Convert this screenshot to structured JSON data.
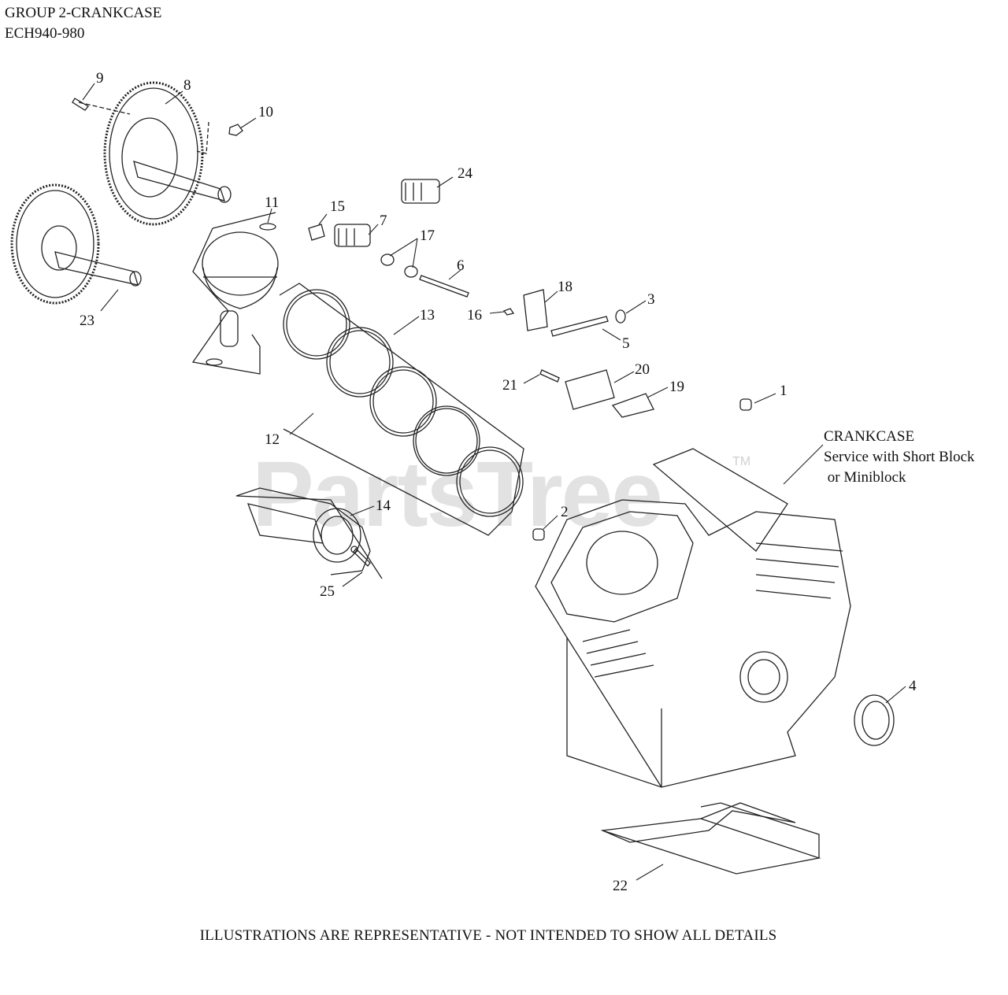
{
  "header": {
    "title": "GROUP 2-CRANKCASE",
    "model": "ECH940-980"
  },
  "note": {
    "line1": "CRANKCASE",
    "line2": "Service with Short Block",
    "line3": " or Miniblock"
  },
  "watermark": "PartsTree",
  "trademark": "TM",
  "footer": "ILLUSTRATIONS ARE REPRESENTATIVE - NOT INTENDED TO SHOW ALL DETAILS",
  "callouts": [
    "1",
    "2",
    "3",
    "4",
    "5",
    "6",
    "7",
    "8",
    "9",
    "10",
    "11",
    "12",
    "13",
    "14",
    "15",
    "16",
    "17",
    "18",
    "19",
    "20",
    "21",
    "22",
    "23",
    "24",
    "25"
  ]
}
